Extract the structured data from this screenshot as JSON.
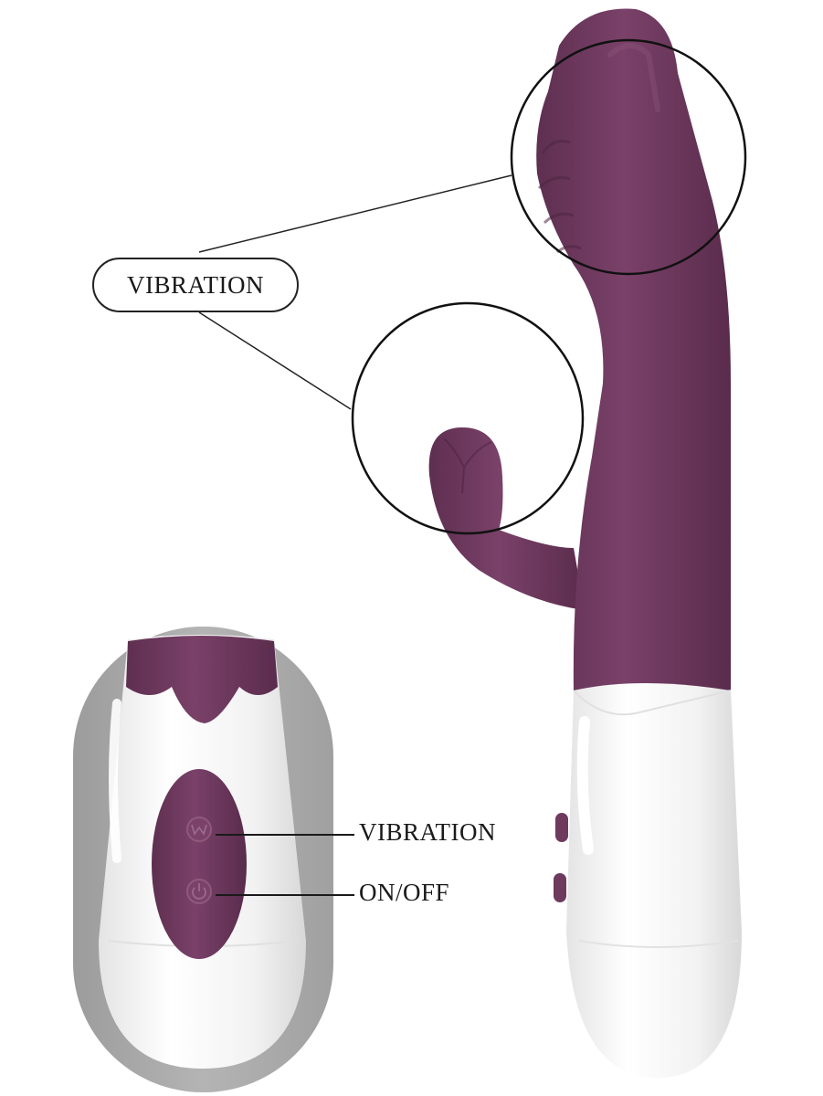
{
  "callouts": {
    "product_vibration": "VIBRATION",
    "remote_vibration": "VIBRATION",
    "remote_power": "ON/OFF"
  },
  "button_icons": {
    "vibration": "mode-icon",
    "power": "power-icon"
  },
  "colors": {
    "product_purple": "#6e3a5e",
    "handle_white": "#f6f6f6",
    "remote_backdrop": "#a9a9a9"
  }
}
